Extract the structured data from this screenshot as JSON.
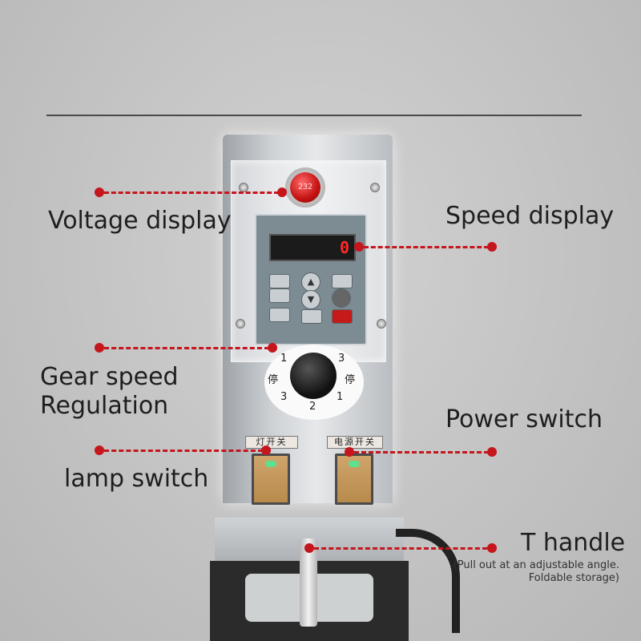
{
  "labels": {
    "voltage_display": "Voltage display",
    "speed_display": "Speed display",
    "gear_speed_line1": "Gear speed",
    "gear_speed_line2": "Regulation",
    "power_switch": "Power switch",
    "lamp_switch": "lamp switch",
    "t_handle": "T handle",
    "t_handle_note_line1": "(Pull out at an adjustable angle.",
    "t_handle_note_line2": "Foldable storage)"
  },
  "machine": {
    "voltage_readout": "232",
    "speed_readout": "0",
    "dial_positions": [
      "1",
      "3",
      "停",
      "停",
      "3",
      "1",
      "2"
    ],
    "lamp_switch_plate": "灯开关",
    "power_switch_plate": "电源开关"
  },
  "colors": {
    "callout": "#c4161c",
    "background": "#c3c3c3",
    "text": "#1e1e1e"
  }
}
